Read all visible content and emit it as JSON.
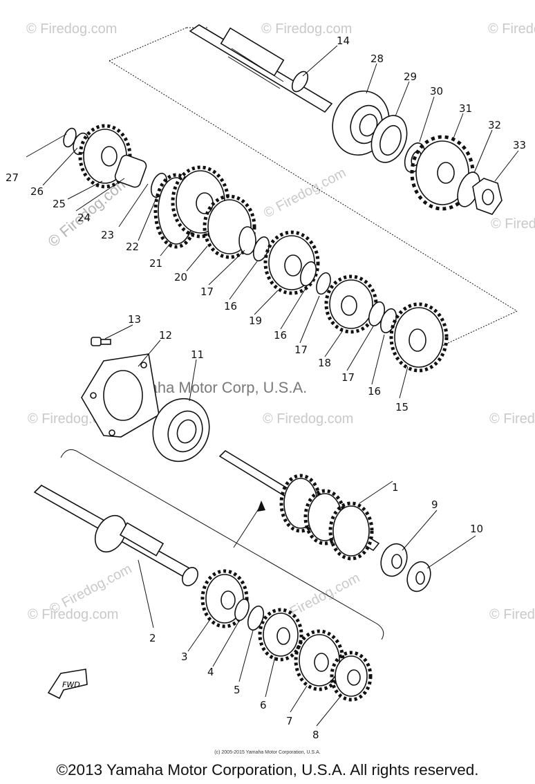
{
  "watermarks": {
    "site": "© Firedog.com",
    "mark": "Yamaha Motor Corp, U.S.A."
  },
  "parts": {
    "callouts": [
      "1",
      "2",
      "3",
      "4",
      "5",
      "6",
      "7",
      "8",
      "9",
      "10",
      "11",
      "12",
      "13",
      "14",
      "15",
      "16",
      "16",
      "16",
      "17",
      "17",
      "17",
      "18",
      "19",
      "20",
      "21",
      "22",
      "23",
      "24",
      "25",
      "26",
      "27",
      "28",
      "29",
      "30",
      "31",
      "32",
      "33"
    ],
    "fwd_label": "FWD"
  },
  "footer": {
    "fine_print": "(c) 2005-2015 Yamaha Motor Corporation, U.S.A.",
    "copyright": "©2013 Yamaha Motor Corporation, U.S.A. All rights reserved."
  }
}
